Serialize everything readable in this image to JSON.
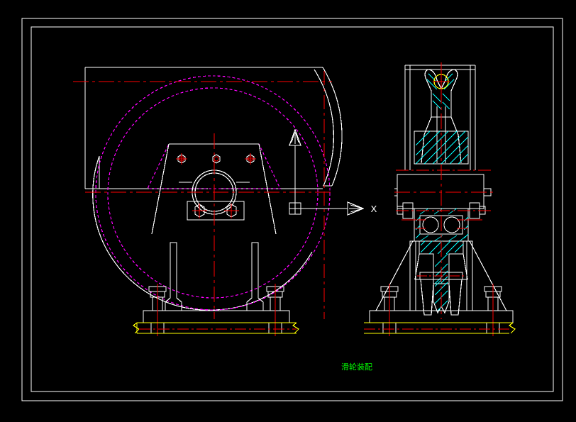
{
  "app": {
    "kind": "cad-drawing-viewport",
    "background_color": "#000000"
  },
  "drawing": {
    "title_text": "滑轮装配",
    "title_color": "#00ff00",
    "axis_x_label": "X",
    "border_outer_color": "#ffffff",
    "border_inner_color": "#ffffff",
    "colors": {
      "white": "#ffffff",
      "red": "#ff0000",
      "magenta": "#ff00ff",
      "cyan": "#00ffff",
      "yellow": "#ffff00",
      "green": "#00ff00",
      "background": "#000000"
    },
    "layers": [
      {
        "name": "visible-outline",
        "color": "#ffffff",
        "style": "solid"
      },
      {
        "name": "centerline",
        "color": "#ff0000",
        "style": "dash-dot"
      },
      {
        "name": "hidden-line",
        "color": "#ff00ff",
        "style": "dashed"
      },
      {
        "name": "section-hatch",
        "color": "#00ffff",
        "style": "solid"
      },
      {
        "name": "rail",
        "color": "#ffff00",
        "style": "solid"
      },
      {
        "name": "annotation",
        "color": "#00ff00",
        "style": "text"
      }
    ],
    "views": [
      {
        "name": "front-view",
        "label_hidden": true
      },
      {
        "name": "side-section-view",
        "label_hidden": true
      }
    ]
  }
}
